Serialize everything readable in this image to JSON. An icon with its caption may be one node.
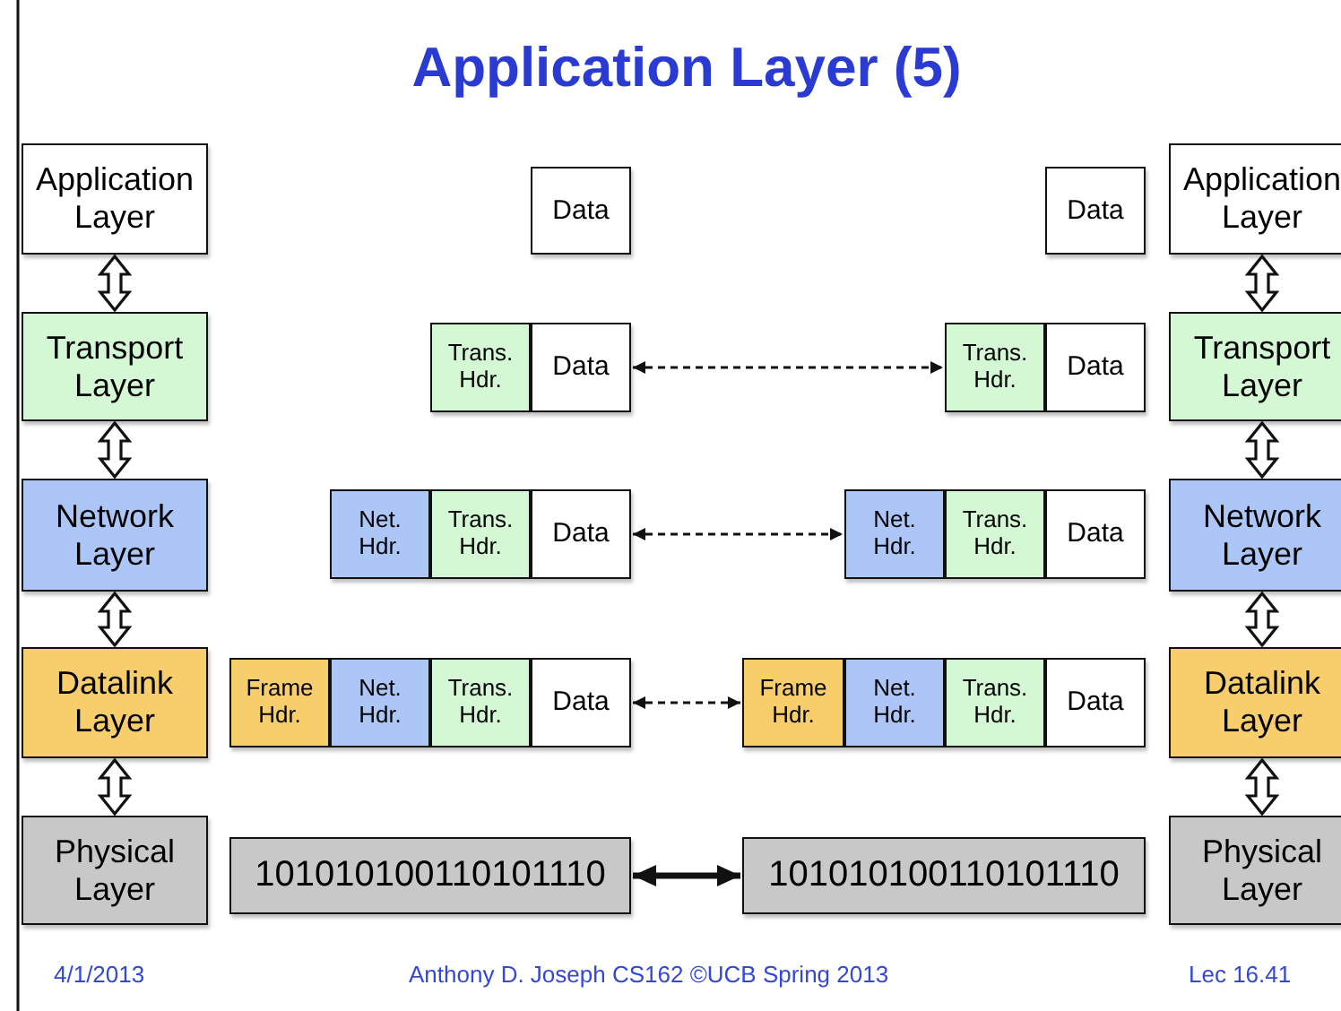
{
  "diagram": {
    "title": "Application Layer (5)",
    "nodes": [
      {
        "text": [
          "Application Layer"
        ]
      },
      {
        "text": [
          "Transport Layer"
        ]
      },
      {
        "text": [
          "Network Layer"
        ]
      },
      {
        "text": [
          "Datalink Layer"
        ]
      },
      {
        "text": [
          "Physical Layer"
        ]
      },
      {
        "text": [
          "Application Layer"
        ]
      },
      {
        "text": [
          "Transport Layer"
        ]
      },
      {
        "text": [
          "Network Layer"
        ]
      },
      {
        "text": [
          "Datalink Layer"
        ]
      },
      {
        "text": [
          "Physical Layer"
        ]
      },
      {
        "text": [
          "Data"
        ]
      },
      {
        "text": [
          "Data"
        ]
      },
      {
        "text": [
          "Trans. Hdr."
        ]
      },
      {
        "text": [
          "Data"
        ]
      },
      {
        "text": [
          "Trans. Hdr."
        ]
      },
      {
        "text": [
          "Data"
        ]
      },
      {
        "text": [
          "Net. Hdr."
        ]
      },
      {
        "text": [
          "Trans. Hdr."
        ]
      },
      {
        "text": [
          "Data"
        ]
      },
      {
        "text": [
          "Net. Hdr."
        ]
      },
      {
        "text": [
          "Trans. Hdr."
        ]
      },
      {
        "text": [
          "Data"
        ]
      },
      {
        "text": [
          "Frame Hdr."
        ]
      },
      {
        "text": [
          "Net. Hdr."
        ]
      },
      {
        "text": [
          "Trans. Hdr."
        ]
      },
      {
        "text": [
          "Data"
        ]
      },
      {
        "text": [
          "Frame Hdr."
        ]
      },
      {
        "text": [
          "Net. Hdr."
        ]
      },
      {
        "text": [
          "Trans. Hdr."
        ]
      },
      {
        "text": [
          "Data"
        ]
      },
      {
        "text": [
          "101010100110101110"
        ]
      },
      {
        "text": [
          "101010100110101110"
        ]
      }
    ],
    "edges": [
      {
        "from": 0,
        "to": 1,
        "arrow": "both"
      },
      {
        "from": 1,
        "to": 2,
        "arrow": "both"
      },
      {
        "from": 2,
        "to": 3,
        "arrow": "both"
      },
      {
        "from": 3,
        "to": 4,
        "arrow": "both"
      },
      {
        "from": 5,
        "to": 6,
        "arrow": "both"
      },
      {
        "from": 6,
        "to": 7,
        "arrow": "both"
      },
      {
        "from": 7,
        "to": 8,
        "arrow": "both"
      },
      {
        "from": 8,
        "to": 9,
        "arrow": "both"
      },
      {
        "from": 13,
        "to": 14,
        "arrow": "both",
        "style": "dashed"
      },
      {
        "from": 18,
        "to": 19,
        "arrow": "both",
        "style": "dashed"
      },
      {
        "from": 25,
        "to": 26,
        "arrow": "both",
        "style": "dashed"
      },
      {
        "from": 30,
        "to": 31,
        "arrow": "both",
        "style": "thick"
      }
    ],
    "labels": [
      "4/1/2013",
      "Anthony D. Joseph CS162 ©UCB Spring 2013",
      "Lec 16.41"
    ]
  }
}
